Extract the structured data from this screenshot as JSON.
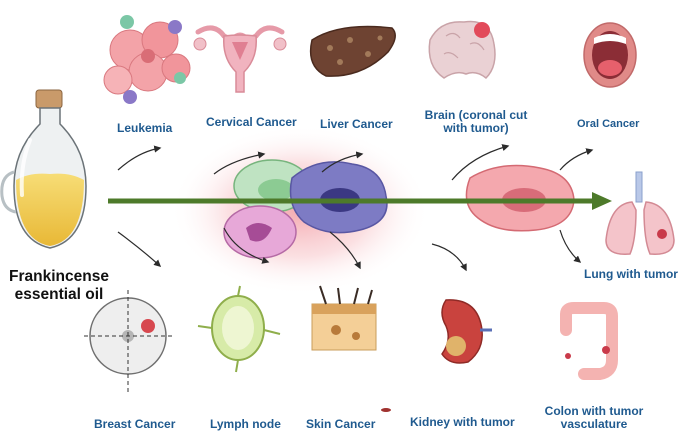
{
  "source": {
    "label_line1": "Frankincense",
    "label_line2": "essential oil",
    "icon": "oil-bottle-icon"
  },
  "targets": {
    "leukemia": {
      "label": "Leukemia",
      "icon": "leukemia-cells-icon"
    },
    "cervical": {
      "label": "Cervical Cancer",
      "icon": "uterus-icon"
    },
    "liver": {
      "label": "Liver Cancer",
      "icon": "liver-icon"
    },
    "brain": {
      "label_line1": "Brain (coronal cut",
      "label_line2": "with tumor)",
      "icon": "brain-icon"
    },
    "oral": {
      "label": "Oral Cancer",
      "icon": "mouth-icon"
    },
    "lung": {
      "label": "Lung with tumor",
      "icon": "lungs-icon"
    },
    "breast": {
      "label": "Breast Cancer",
      "icon": "breast-icon"
    },
    "lymph": {
      "label": "Lymph node",
      "icon": "lymph-node-icon"
    },
    "skin": {
      "label": "Skin Cancer",
      "icon": "skin-layers-icon"
    },
    "kidney": {
      "label": "Kidney with tumor",
      "icon": "kidney-icon"
    },
    "colon": {
      "label_line1": "Colon with tumor",
      "label_line2": "vasculature",
      "icon": "colon-icon"
    }
  },
  "center": {
    "icon": "cancer-cells-icon"
  },
  "colors": {
    "label": "#1f5a8f",
    "main_arrow": "#4d7a2a",
    "pointer_arrow": "#2b2b2b",
    "cell_glow": "#f4b6bb"
  }
}
